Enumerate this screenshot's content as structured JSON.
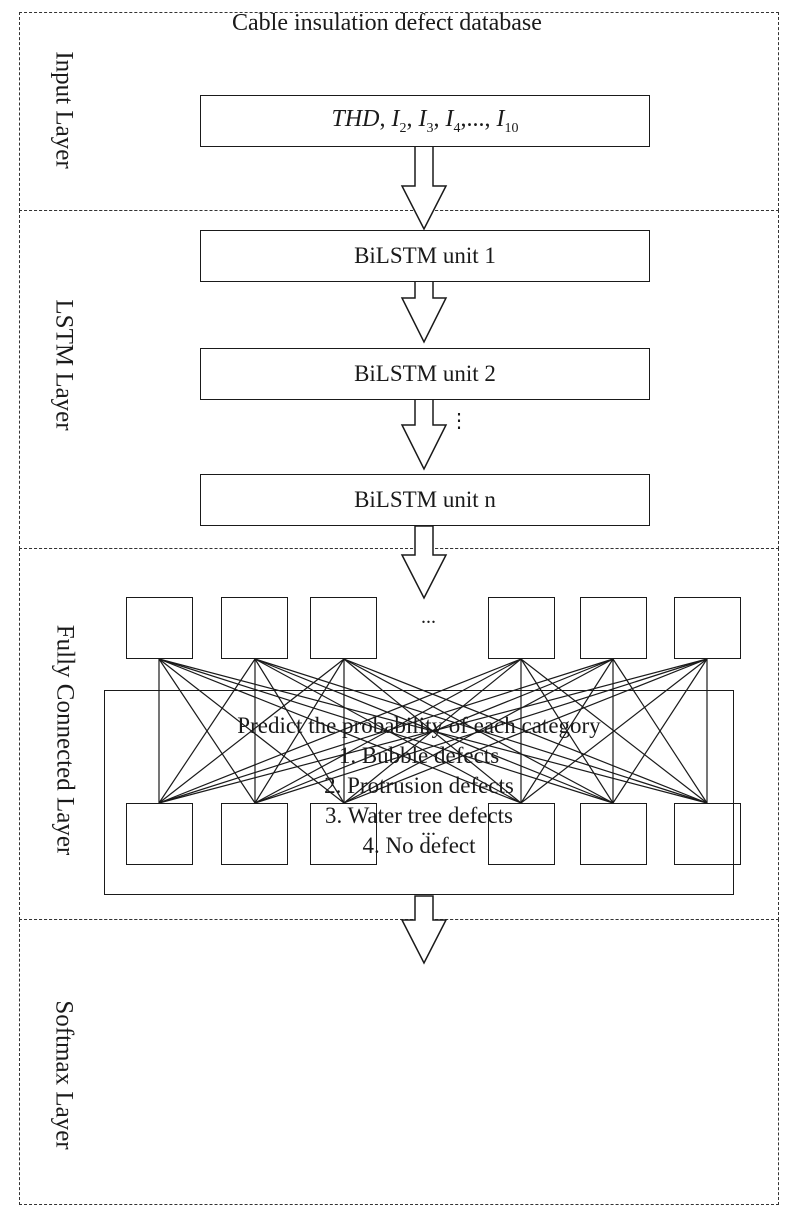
{
  "layers": {
    "input": "Input Layer",
    "lstm": "LSTM Layer",
    "fully_connected": "Fully Connected Layer",
    "softmax": "Softmax Layer"
  },
  "input": {
    "title": "Cable insulation defect database",
    "features_prefix": "THD",
    "feature_symbol": "I",
    "feature_subscripts": [
      "2",
      "3",
      "4",
      "10"
    ],
    "ellipsis": ",...,"
  },
  "lstm": {
    "units": [
      "BiLSTM unit 1",
      "BiLSTM unit 2",
      "BiLSTM unit n"
    ],
    "vertical_ellipsis": "⋮"
  },
  "fully_connected": {
    "ellipsis_top": "...",
    "ellipsis_bottom": "..."
  },
  "softmax": {
    "heading": "Predict the probability of each category",
    "categories": [
      "1. Bubble defects",
      "2. Protrusion defects",
      "3. Water tree defects",
      "4. No defect"
    ]
  }
}
